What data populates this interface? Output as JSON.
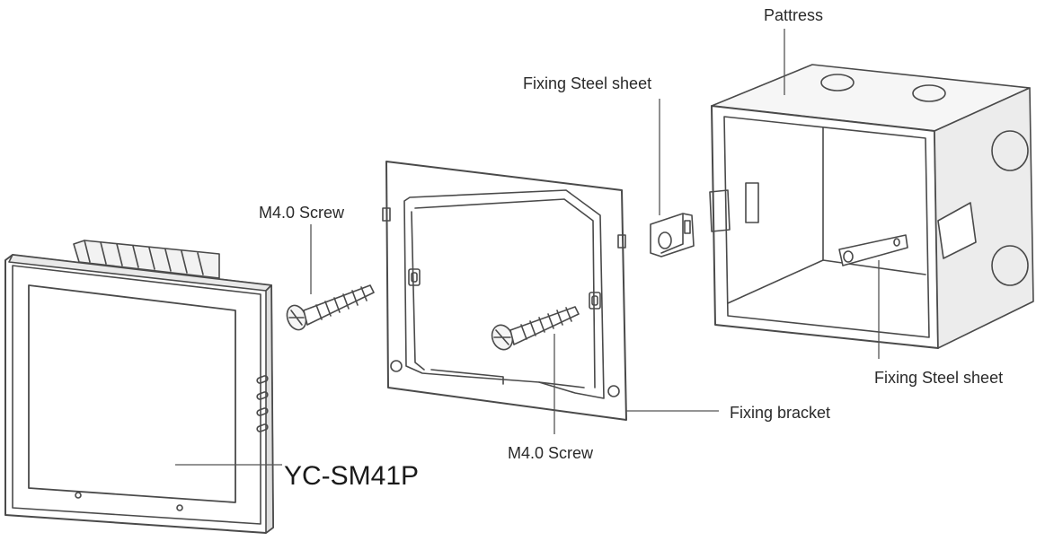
{
  "labels": {
    "pattress": "Pattress",
    "fixing_steel_sheet_top": "Fixing Steel sheet",
    "fixing_steel_sheet_right": "Fixing Steel sheet",
    "m4_screw_left": "M4.0 Screw",
    "m4_screw_bottom": "M4.0 Screw",
    "fixing_bracket": "Fixing bracket",
    "model": "YC-SM41P"
  },
  "colors": {
    "line": "#4a4a4a",
    "fill": "#ffffff",
    "shade": "#e6e6e6"
  }
}
